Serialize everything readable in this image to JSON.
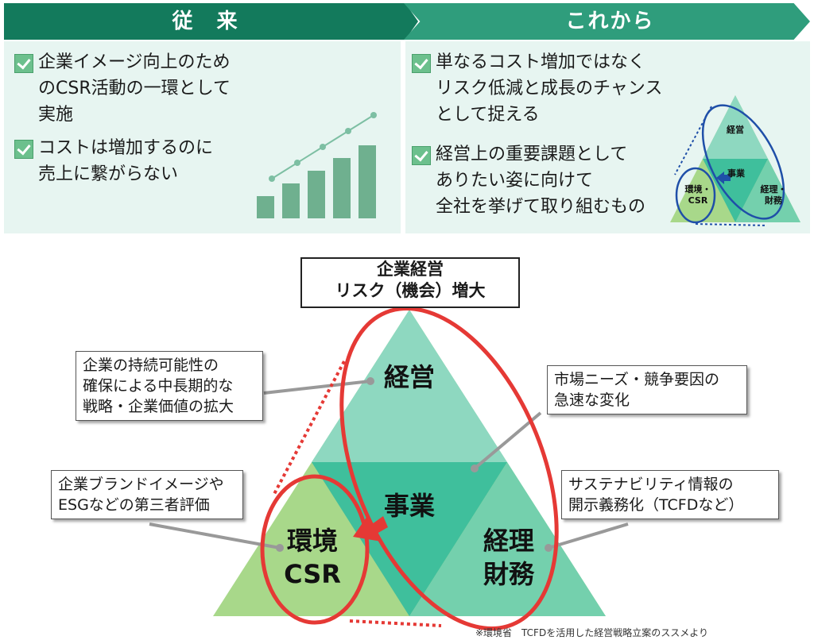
{
  "header": {
    "left_title": "従　来",
    "right_title": "これから"
  },
  "left_panel": {
    "bullets": [
      "企業イメージ向上のため\nのCSR活動の一環として\n実施",
      "コストは増加するのに\n売上に繋がらない"
    ],
    "bar_chart": {
      "values": [
        1,
        2,
        3,
        4,
        5
      ]
    }
  },
  "right_panel": {
    "bullets": [
      "単なるコスト増加ではなく\nリスク低減と成長のチャンス\nとして捉える",
      "経営上の重要課題として\nありたい姿に向けて\n全社を挙げて取り組むもの"
    ],
    "mini_triangle": {
      "top": "経営",
      "center": "事業",
      "left": "環境・\nCSR",
      "right": "経理・\n財務"
    }
  },
  "diagram": {
    "title": "企業経営\nリスク（機会）増大",
    "top": "経営",
    "center": "事業",
    "left": "環境\nCSR",
    "right": "経理\n財務"
  },
  "callouts": {
    "strategy": "企業の持続可能性の\n確保による中長期的な\n戦略・企業価値の拡大",
    "market": "市場ニーズ・競争要因の\n急速な変化",
    "brand": "企業ブランドイメージや\nESGなどの第三者評価",
    "disclosure": "サステナビリティ情報の\n開示義務化（TCFDなど）"
  },
  "source": "※環境省　TCFDを活用した経営戦略立案のススメより",
  "colors": {
    "header_dark": "#137a5c",
    "header_light": "#2f9d7c",
    "panel_bg": "#e7f5f1",
    "check": "#6cc08d",
    "tri_top": "#8ed8c0",
    "tri_center": "#3fbf9c",
    "tri_left": "#a8d88a",
    "tri_right": "#74d0ad",
    "highlight": "#e53935"
  }
}
